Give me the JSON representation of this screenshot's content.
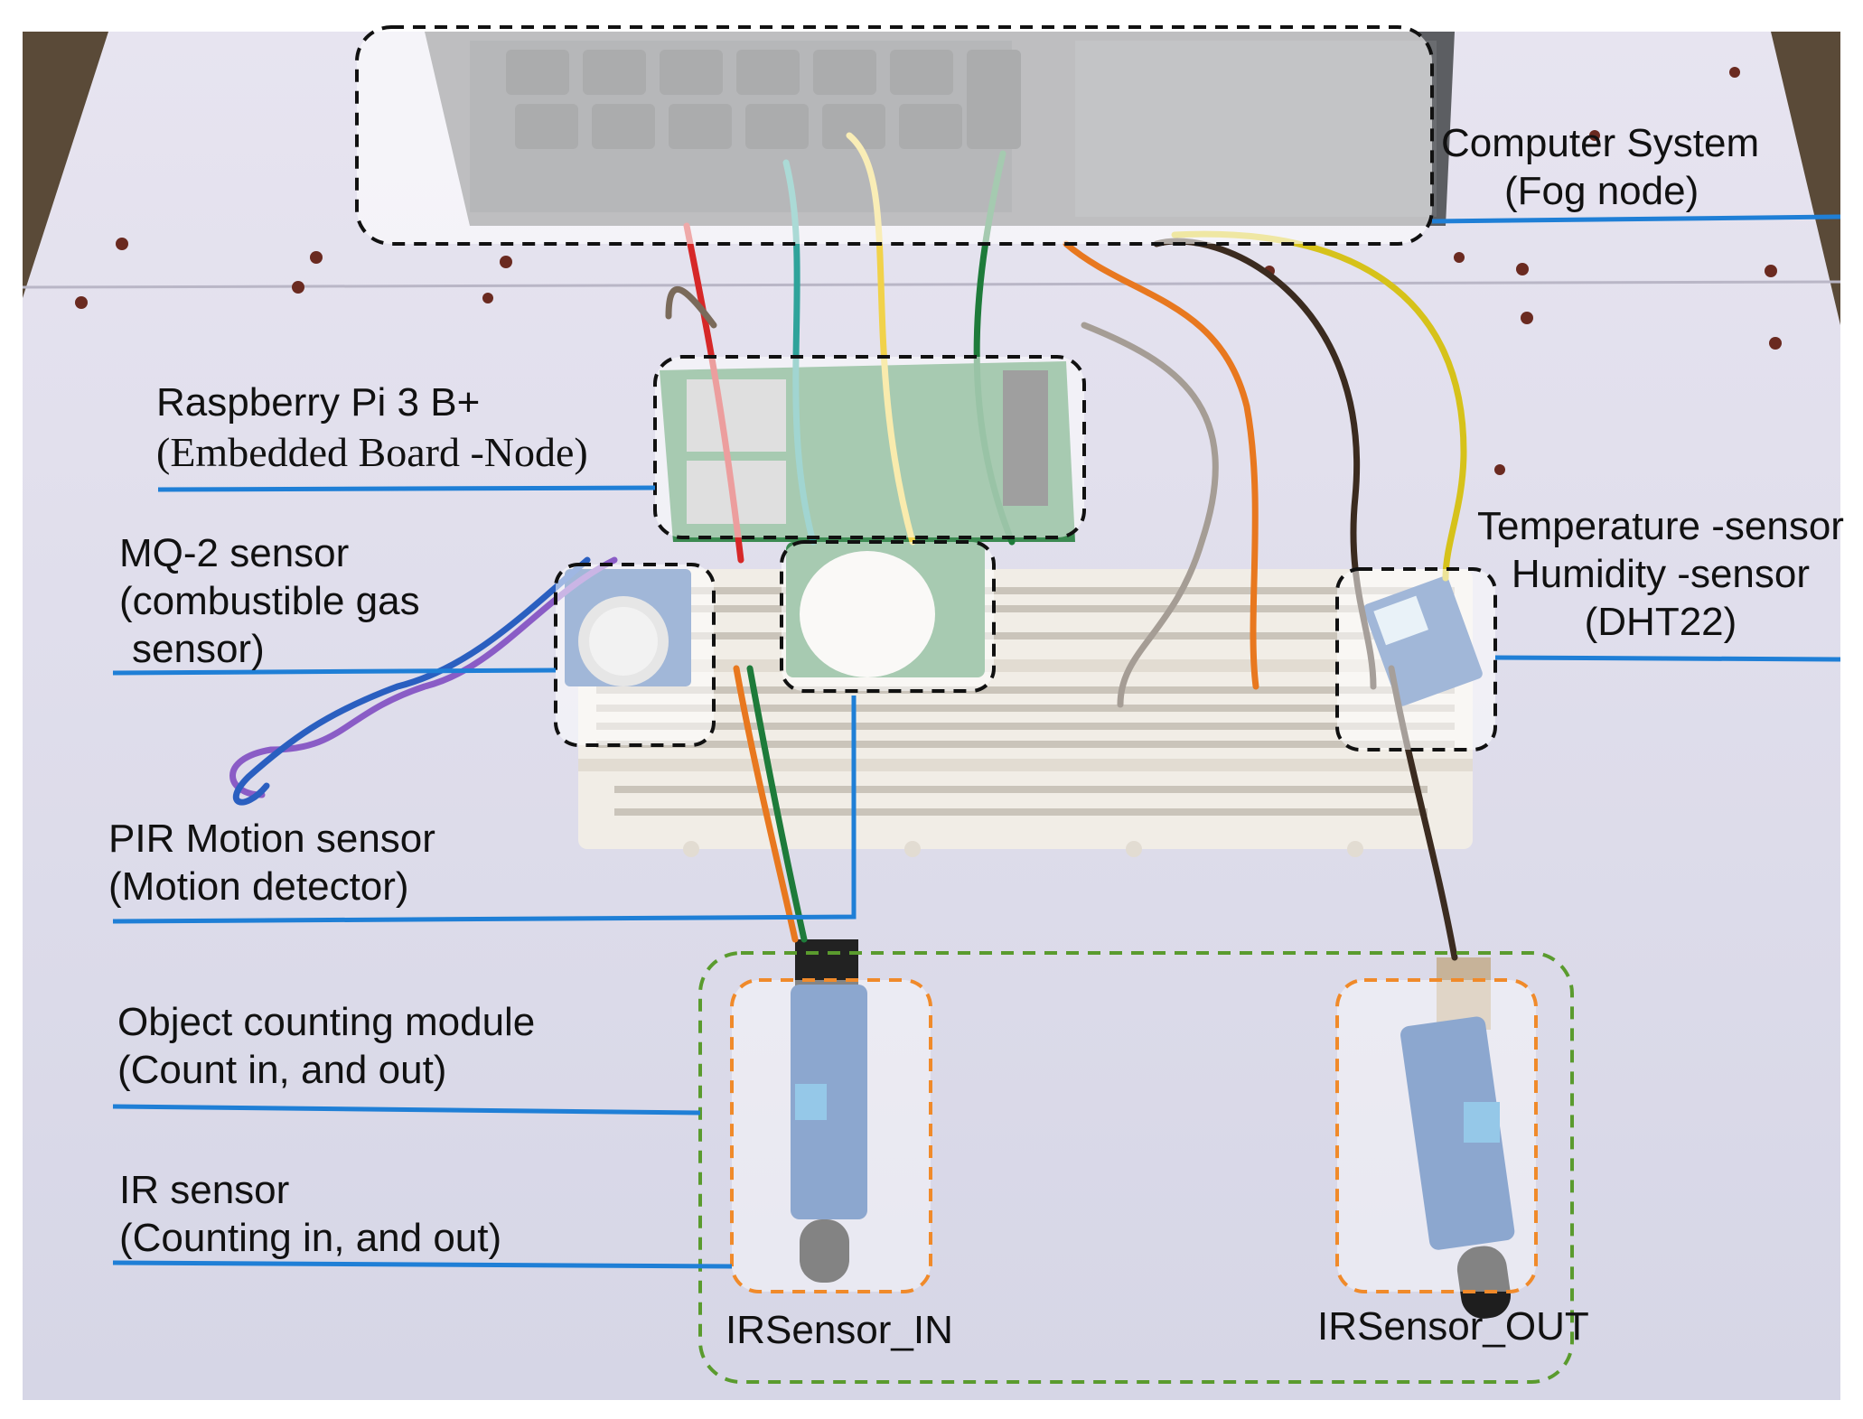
{
  "photo": {
    "colors": {
      "background_dark": "#6b5a45",
      "table_surface": "#dcdcec",
      "breadboard": "#f1ede6",
      "laptop": "#5c5e62",
      "pcb_green": "#3c8a52",
      "ir_module_blue": "#2f5fa8",
      "leader_line": "#1f7fd6",
      "box_black": "#111111",
      "box_orange": "#f08a2a",
      "box_green": "#5a9b2e"
    }
  },
  "labels": {
    "computer": {
      "line1": "Computer System",
      "line2": "(Fog node)"
    },
    "raspberry": {
      "line1": "Raspberry Pi 3 B+",
      "line2": "(Embedded Board -Node)"
    },
    "mq2": {
      "line1": "MQ-2 sensor",
      "line2": "(combustible gas",
      "line3": " sensor)"
    },
    "temp": {
      "line1": "Temperature -sensor",
      "line2": "Humidity -sensor",
      "line3": "(DHT22)"
    },
    "pir": {
      "line1": "PIR Motion sensor",
      "line2": " (Motion detector)"
    },
    "counting": {
      "line1": "Object counting module",
      "line2": "(Count in, and out)"
    },
    "ir": {
      "line1": "IR sensor",
      "line2": "(Counting in, and out)"
    },
    "ir_in": "IRSensor_IN",
    "ir_out": "IRSensor_OUT"
  }
}
